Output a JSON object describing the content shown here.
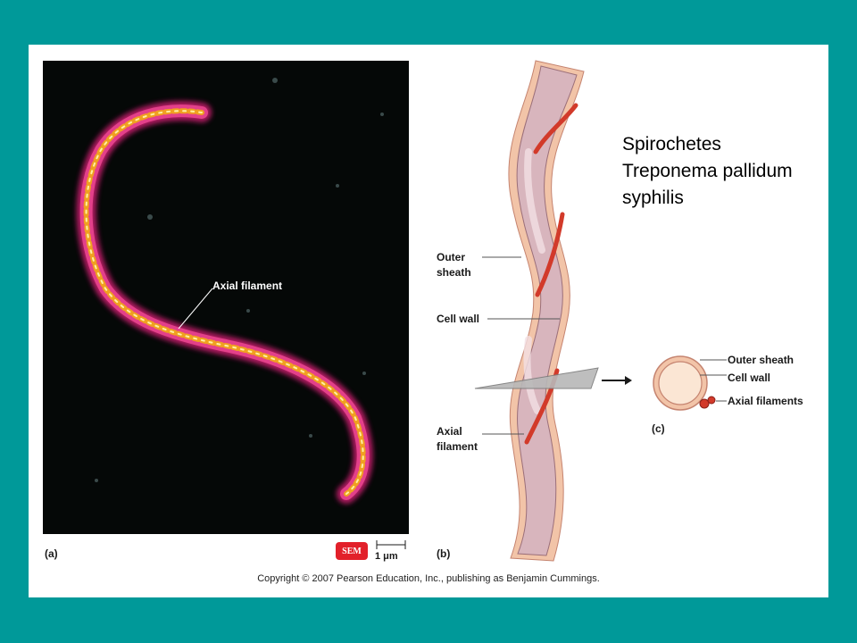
{
  "title": {
    "line1": "Spirochetes",
    "line2": "Treponema pallidum",
    "line3": "syphilis"
  },
  "panel_a": {
    "label": "(a)",
    "callout": "Axial filament",
    "badge": "SEM",
    "scale": "1 μm"
  },
  "panel_b": {
    "label": "(b)",
    "outer_sheath_line1": "Outer",
    "outer_sheath_line2": "sheath",
    "cell_wall": "Cell wall",
    "axial_line1": "Axial",
    "axial_line2": "filament"
  },
  "panel_c": {
    "label": "(c)",
    "outer_sheath": "Outer sheath",
    "cell_wall": "Cell wall",
    "axial_filaments": "Axial filaments"
  },
  "copyright": "Copyright © 2007 Pearson Education, Inc., publishing as Benjamin Cummings.",
  "colors": {
    "background": "#009999",
    "cell_body": "#d9b6bf",
    "sheath": "#f0c3a8",
    "filament": "#d23a2a",
    "sem_badge": "#e2202a"
  }
}
